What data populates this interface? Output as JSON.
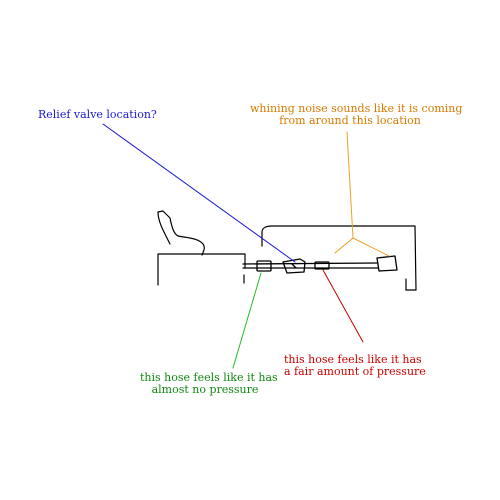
{
  "annotations": {
    "relief_valve": {
      "text": "Relief valve location?",
      "color": "#1a1ad0"
    },
    "whining_noise": {
      "lines": [
        "whining noise sounds like it is coming",
        "from around this location"
      ],
      "color": "#d97a00"
    },
    "fair_pressure_hose": {
      "lines": [
        "this hose feels like it has",
        "a fair amount of pressure"
      ],
      "color": "#cc0000"
    },
    "no_pressure_hose": {
      "lines": [
        "this hose feels like it has",
        "almost no pressure"
      ],
      "color": "#118811"
    }
  },
  "colors": {
    "sketch": "#000000"
  }
}
